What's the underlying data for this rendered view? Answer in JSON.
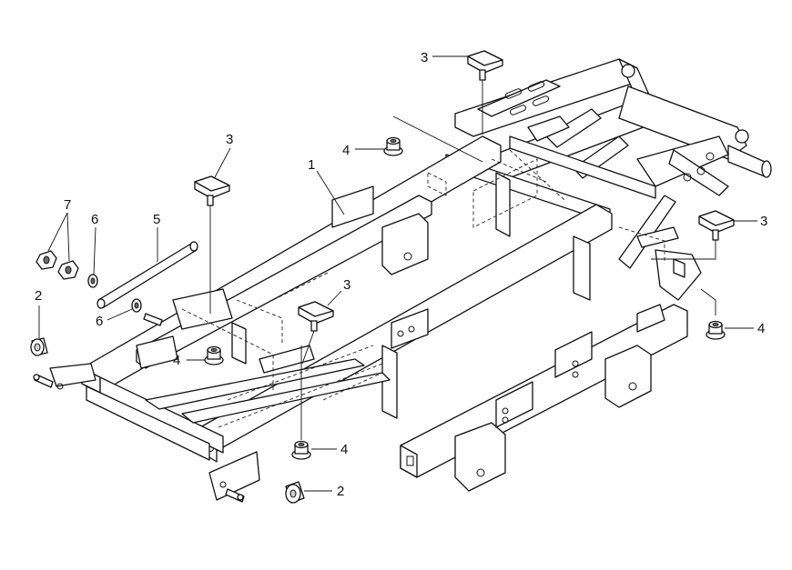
{
  "callouts": [
    {
      "id": "c1",
      "label": "1"
    },
    {
      "id": "c2a",
      "label": "2"
    },
    {
      "id": "c2b",
      "label": "2"
    },
    {
      "id": "c3a",
      "label": "3"
    },
    {
      "id": "c3b",
      "label": "3"
    },
    {
      "id": "c3c",
      "label": "3"
    },
    {
      "id": "c3d",
      "label": "3"
    },
    {
      "id": "c4a",
      "label": "4"
    },
    {
      "id": "c4b",
      "label": "4"
    },
    {
      "id": "c4c",
      "label": "4"
    },
    {
      "id": "c4d",
      "label": "4"
    },
    {
      "id": "c5",
      "label": "5"
    },
    {
      "id": "c6a",
      "label": "6"
    },
    {
      "id": "c6b",
      "label": "6"
    },
    {
      "id": "c7",
      "label": "7"
    }
  ]
}
